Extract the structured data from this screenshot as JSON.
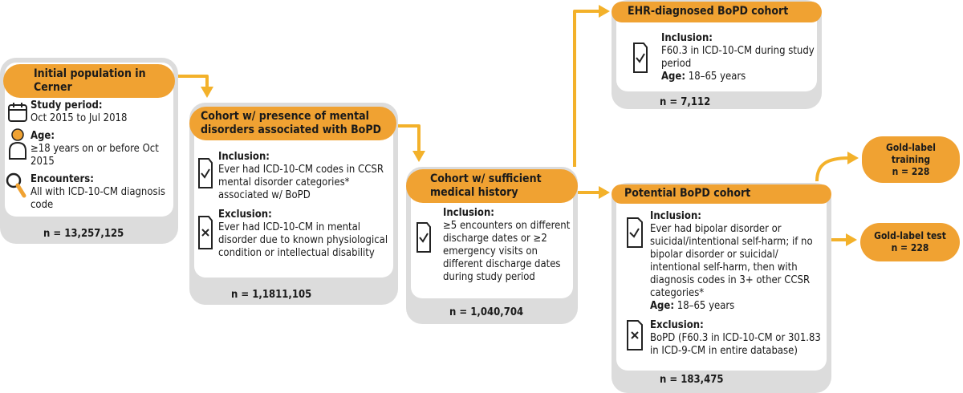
{
  "initial": {
    "title": "Initial population in Cerner",
    "study_label": "Study period:",
    "study_value": "Oct 2015 to Jul 2018",
    "age_label": "Age:",
    "age_value": "≥18 years on or before Oct 2015",
    "enc_label": "Encounters:",
    "enc_value": "All with ICD-10-CM diagnosis code",
    "count": "n = 13,257,125"
  },
  "mental": {
    "title": "Cohort w/ presence of mental disorders associated with BoPD",
    "incl_label": "Inclusion:",
    "incl_text": "Ever had ICD-10-CM codes in CCSR mental disorder categories* associated w/ BoPD",
    "excl_label": "Exclusion:",
    "excl_text": "Ever had ICD-10-CM in mental disorder due to known physiological condition or intellectual disability",
    "count": "n = 1,1811,105"
  },
  "sufficient": {
    "title": "Cohort w/ sufficient medical history",
    "incl_label": "Inclusion:",
    "incl_text": "≥5 encounters on different discharge dates or ≥2 emergency visits on different discharge dates during study period",
    "count": "n = 1,040,704"
  },
  "ehr": {
    "title": "EHR-diagnosed BoPD cohort",
    "incl_label": "Inclusion:",
    "incl_text": "F60.3 in ICD-10-CM during study period",
    "age_label": "Age:",
    "age_value": "18–65 years",
    "count": "n = 7,112"
  },
  "potential": {
    "title": "Potential BoPD cohort",
    "incl_label": "Inclusion:",
    "incl_text": "Ever had bipolar disorder or suicidal/intentional self-harm; if no bipolar disorder or suicidal/ intentional self-harm, then with diagnosis codes in 3+ other CCSR categories*",
    "age_label": "Age:",
    "age_value": "18–65 years",
    "excl_label": "Exclusion:",
    "excl_text": "BoPD (F60.3 in ICD-10-CM or 301.83 in ICD-9-CM in entire database)",
    "count": "n = 183,475"
  },
  "gold_training": {
    "title": "Gold-label training",
    "count": "n = 228"
  },
  "gold_test": {
    "title": "Gold-label test",
    "count": "n = 228"
  },
  "colors": {
    "accent": "#f0a232",
    "card": "#dcdcdc"
  }
}
